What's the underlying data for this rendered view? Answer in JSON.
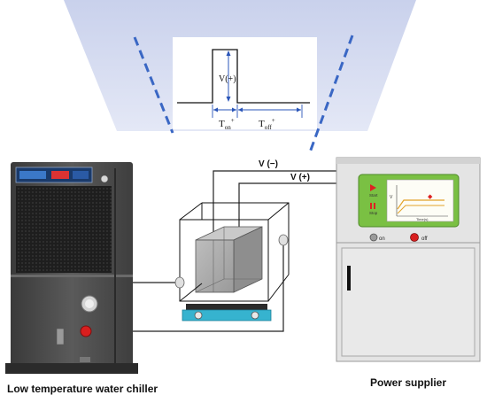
{
  "waveform": {
    "pulse_label": "V(+)",
    "ton_main": "T",
    "ton_sub": "on",
    "ton_sup": "+",
    "toff_main": "T",
    "toff_sub": "off",
    "toff_sup": "+"
  },
  "wires": {
    "negative_label": "V (−)",
    "positive_label": "V (+)"
  },
  "supplier_screen": {
    "start_label": "Start",
    "stop_label": "Stop",
    "axis_v": "V",
    "axis_time": "Time(s)"
  },
  "supplier_buttons": {
    "on_label": "on",
    "off_label": "off"
  },
  "labels": {
    "chiller": "Low temperature water chiller",
    "supplier": "Power supplier"
  },
  "colors": {
    "projection": "#cfd6ee",
    "dash": "#3a67c4",
    "chiller_body": "#4a4a4a",
    "supplier_body": "#e6e6e6",
    "screen_frame": "#7ac043",
    "stirrer_base": "#36b3cf",
    "red_button": "#d81e1e"
  }
}
